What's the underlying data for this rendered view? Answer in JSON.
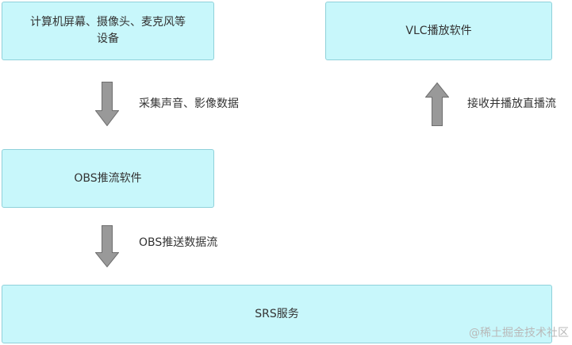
{
  "nodes": {
    "devices": "计算机屏幕、摄像头、麦克风等设备",
    "obs": "OBS推流软件",
    "srs": "SRS服务",
    "vlc": "VLC播放软件"
  },
  "edges": {
    "collect": "采集声音、影像数据",
    "push": "OBS推送数据流",
    "pull": "接收并播放直播流"
  },
  "colors": {
    "node_fill": "#c8f7fb",
    "node_border": "#8fd1da",
    "arrow_fill": "#999999",
    "arrow_stroke": "#6e6e6e"
  },
  "watermark": "@稀土掘金技术社区"
}
